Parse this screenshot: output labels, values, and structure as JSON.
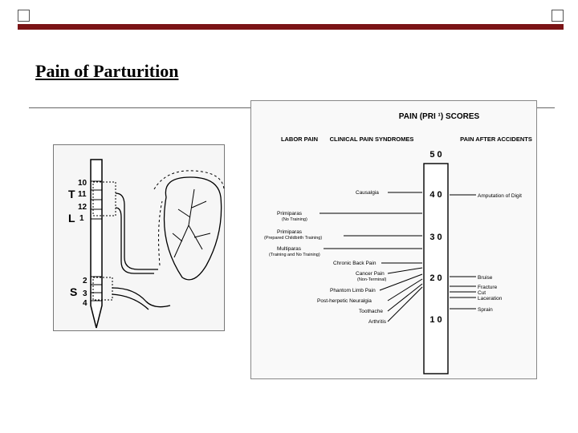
{
  "slide": {
    "title": "Pain of Parturition"
  },
  "spine_figure": {
    "levels": [
      "10",
      "T",
      "11",
      "12",
      "L",
      "1",
      "2",
      "S",
      "3",
      "4"
    ]
  },
  "pain_chart": {
    "header": "PAIN (PRI ¹) SCORES",
    "col_labor": "LABOR PAIN",
    "col_clinical": "CLINICAL PAIN SYNDROMES",
    "col_accidents": "PAIN AFTER ACCIDENTS",
    "scale": [
      "5 0",
      "4 0",
      "3 0",
      "2 0",
      "1 0"
    ],
    "left_items": [
      "Causalgia",
      "Primiparas",
      "(No Training)",
      "Primiparas",
      "(Prepared Childbirth Training)",
      "Multiparas",
      "(Training and No Training)",
      "Chronic Back Pain",
      "Cancer Pain",
      "(Non-Terminal)",
      "Phantom Limb Pain",
      "Post-herpetic Neuralgia",
      "Toothache",
      "Arthritis"
    ],
    "right_items": [
      "Amputation of Digit",
      "Bruise",
      "Fracture",
      "Cut",
      "Laceration",
      "Sprain"
    ]
  },
  "colors": {
    "accent": "#7b1416"
  }
}
